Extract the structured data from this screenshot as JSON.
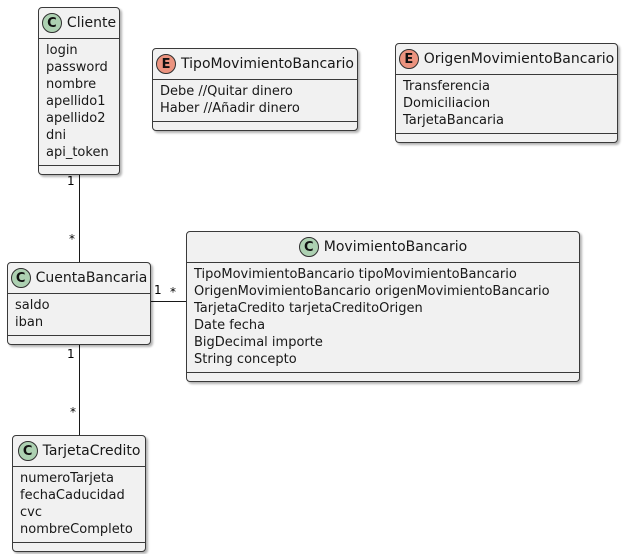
{
  "diagram_title": "UML class diagram",
  "colors": {
    "box_fill": "#F1F1F1",
    "box_border": "#3a3a3a",
    "class_spot_fill": "#ADD1B2",
    "enum_spot_fill": "#EB937F",
    "line_color": "#181818",
    "background": "#ffffff"
  },
  "classes": [
    {
      "id": "cliente",
      "stereotype": "C",
      "kind": "class",
      "name": "Cliente",
      "members": [
        "login",
        "password",
        "nombre",
        "apellido1",
        "apellido2",
        "dni",
        "api_token"
      ]
    },
    {
      "id": "tipo-movimiento-bancario",
      "stereotype": "E",
      "kind": "enum",
      "name": "TipoMovimientoBancario",
      "members": [
        "Debe //Quitar dinero",
        "Haber //Añadir dinero"
      ]
    },
    {
      "id": "origen-movimiento-bancario",
      "stereotype": "E",
      "kind": "enum",
      "name": "OrigenMovimientoBancario",
      "members": [
        "Transferencia",
        "Domiciliacion",
        "TarjetaBancaria"
      ]
    },
    {
      "id": "cuenta-bancaria",
      "stereotype": "C",
      "kind": "class",
      "name": "CuentaBancaria",
      "members": [
        "saldo",
        "iban"
      ]
    },
    {
      "id": "movimiento-bancario",
      "stereotype": "C",
      "kind": "class",
      "name": "MovimientoBancario",
      "members": [
        "TipoMovimientoBancario tipoMovimientoBancario",
        "OrigenMovimientoBancario origenMovimientoBancario",
        "TarjetaCredito tarjetaCreditoOrigen",
        "Date fecha",
        "BigDecimal importe",
        "String concepto"
      ]
    },
    {
      "id": "tarjeta-credito",
      "stereotype": "C",
      "kind": "class",
      "name": "TarjetaCredito",
      "members": [
        "numeroTarjeta",
        "fechaCaducidad",
        "cvc",
        "nombreCompleto"
      ]
    }
  ],
  "relations": [
    {
      "from": "Cliente",
      "to": "CuentaBancaria",
      "from_label": "1",
      "to_label": "*"
    },
    {
      "from": "CuentaBancaria",
      "to": "MovimientoBancario",
      "from_label": "1",
      "to_label": "*"
    },
    {
      "from": "CuentaBancaria",
      "to": "TarjetaCredito",
      "from_label": "1",
      "to_label": "*"
    }
  ]
}
